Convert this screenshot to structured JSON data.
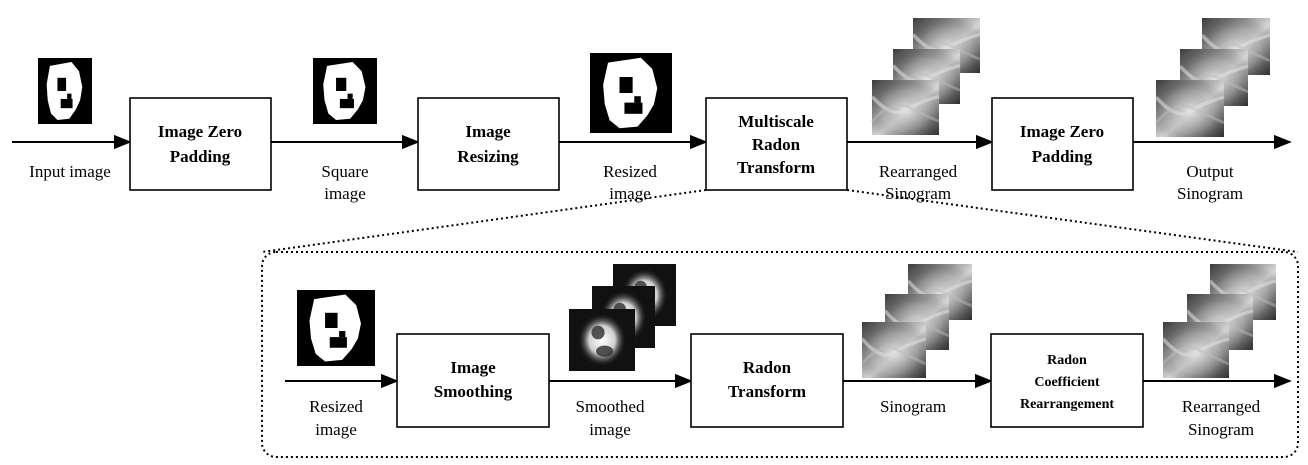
{
  "top_row": {
    "labels": {
      "input": "Input image",
      "square": [
        "Square",
        "image"
      ],
      "resized": [
        "Resized",
        "image"
      ],
      "rearranged": [
        "Rearranged",
        "Sinogram"
      ],
      "output": [
        "Output",
        "Sinogram"
      ]
    },
    "boxes": {
      "zero_padding_1": [
        "Image Zero",
        "Padding"
      ],
      "resizing": [
        "Image",
        "Resizing"
      ],
      "multiscale_radon": [
        "Multiscale",
        "Radon",
        "Transform"
      ],
      "zero_padding_2": [
        "Image Zero",
        "Padding"
      ]
    }
  },
  "detail_row": {
    "labels": {
      "resized": [
        "Resized",
        "image"
      ],
      "smoothed": [
        "Smoothed",
        "image"
      ],
      "sinogram": "Sinogram",
      "rearranged": [
        "Rearranged",
        "Sinogram"
      ]
    },
    "boxes": {
      "smoothing": [
        "Image",
        "Smoothing"
      ],
      "radon": [
        "Radon",
        "Transform"
      ],
      "rearrangement": [
        "Radon",
        "Coefficient",
        "Rearrangement"
      ]
    }
  },
  "colors": {
    "line": "#000000",
    "box_fill": "#ffffff",
    "background": "#ffffff"
  }
}
